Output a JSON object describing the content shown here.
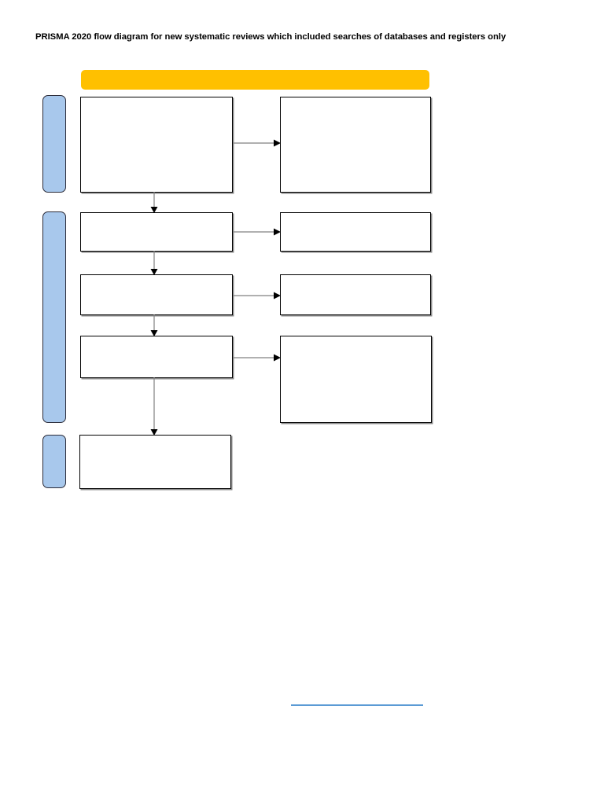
{
  "document": {
    "title": "PRISMA 2020 flow diagram for new systematic reviews which included searches of databases and registers only"
  },
  "colors": {
    "banner_orange": "#ffc000",
    "stage_tab_blue": "#a8c8ec",
    "stage_tab_border": "#2b2b38",
    "box_border": "#000000",
    "box_shadow": "#8a8a8a",
    "connector_line": "#808080",
    "connector_arrow": "#000000",
    "link_blue": "#5b9bd5"
  },
  "banner": {
    "name": "identification-banner",
    "label": ""
  },
  "stage_tabs": [
    {
      "name": "identification",
      "label": ""
    },
    {
      "name": "screening",
      "label": ""
    },
    {
      "name": "included",
      "label": ""
    }
  ],
  "boxes": {
    "records_identified": {
      "label": ""
    },
    "records_removed": {
      "label": ""
    },
    "records_screened": {
      "label": ""
    },
    "records_excluded": {
      "label": ""
    },
    "reports_sought": {
      "label": ""
    },
    "reports_not_retrieved": {
      "label": ""
    },
    "reports_assessed": {
      "label": ""
    },
    "reports_excluded": {
      "label": ""
    },
    "studies_included": {
      "label": ""
    }
  },
  "footer": {
    "source_link_text": ""
  }
}
